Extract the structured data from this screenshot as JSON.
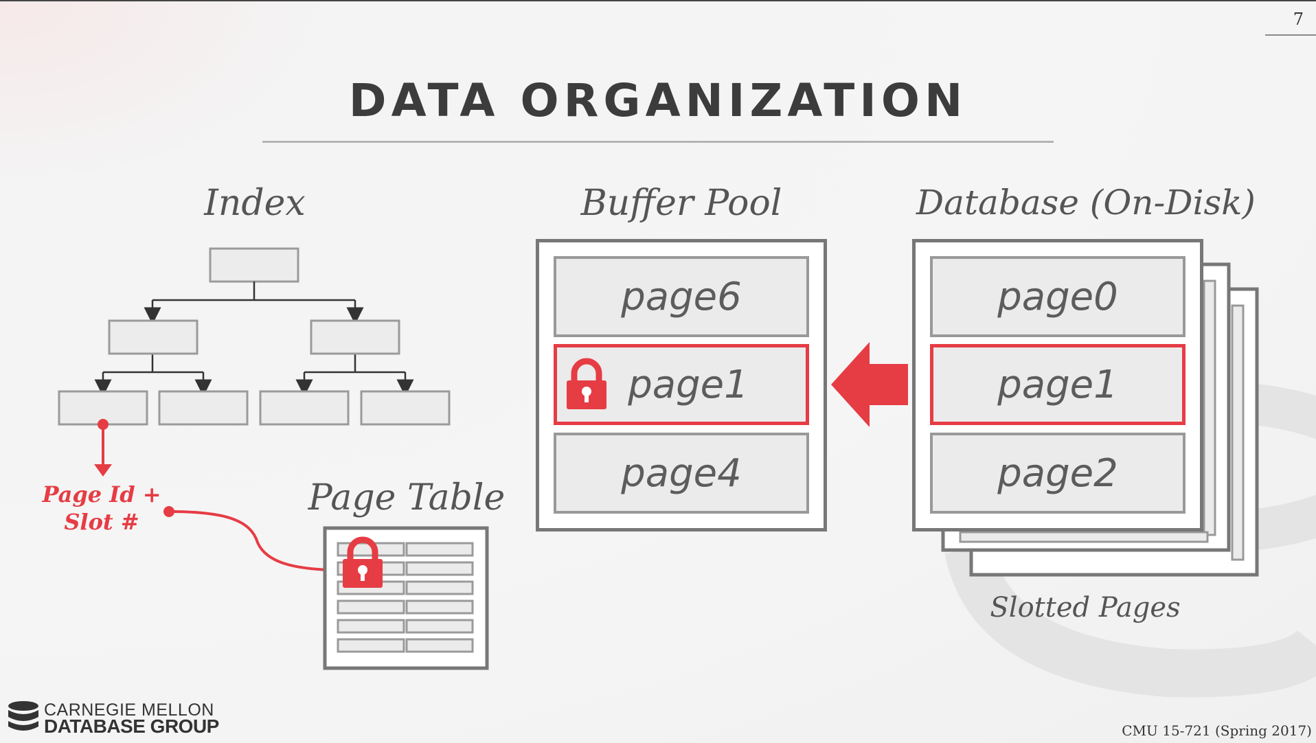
{
  "slide": {
    "number": "7",
    "title": "DATA ORGANIZATION",
    "footer_course": "CMU 15-721 (Spring 2017)",
    "footer_group_line1": "CARNEGIE MELLON",
    "footer_group_line2": "DATABASE GROUP"
  },
  "index": {
    "label": "Index",
    "pointer_label": "Page Id +\nSlot #"
  },
  "page_table": {
    "label": "Page Table",
    "locked": true
  },
  "buffer_pool": {
    "label": "Buffer Pool",
    "pages": [
      {
        "name": "page6",
        "highlighted": false,
        "locked": false
      },
      {
        "name": "page1",
        "highlighted": true,
        "locked": true
      },
      {
        "name": "page4",
        "highlighted": false,
        "locked": false
      }
    ]
  },
  "database": {
    "label": "Database (On-Disk)",
    "pages": [
      {
        "name": "page0",
        "highlighted": false
      },
      {
        "name": "page1",
        "highlighted": true
      },
      {
        "name": "page2",
        "highlighted": false
      }
    ],
    "caption": "Slotted Pages"
  },
  "colors": {
    "accent": "#e63c44",
    "frame": "#777777",
    "page_fill": "#ebebeb",
    "text": "#555555"
  },
  "icons": {
    "lock": "padlock-icon",
    "arrow": "left-arrow-icon",
    "logo": "database-stack-logo-icon"
  }
}
